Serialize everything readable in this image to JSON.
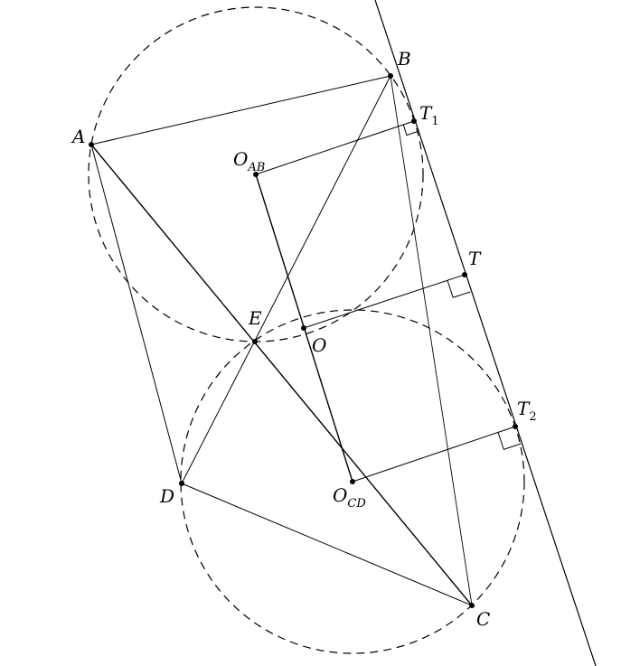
{
  "figure": {
    "points": {
      "A": {
        "main": "A",
        "sub": ""
      },
      "B": {
        "main": "B",
        "sub": ""
      },
      "C": {
        "main": "C",
        "sub": ""
      },
      "D": {
        "main": "D",
        "sub": ""
      },
      "E": {
        "main": "E",
        "sub": ""
      },
      "O": {
        "main": "O",
        "sub": ""
      },
      "O_AB": {
        "main": "O",
        "sub": "AB"
      },
      "O_CD": {
        "main": "O",
        "sub": "CD"
      },
      "T": {
        "main": "T",
        "sub": ""
      },
      "T1": {
        "main": "T",
        "sub": "1"
      },
      "T2": {
        "main": "T",
        "sub": "2"
      }
    },
    "circles": [
      {
        "name": "circle-ABE",
        "center": "O_AB",
        "style": "dashed"
      },
      {
        "name": "circle-CDE",
        "center": "O_CD",
        "style": "dashed"
      }
    ],
    "segments": [
      [
        "A",
        "B"
      ],
      [
        "A",
        "D"
      ],
      [
        "D",
        "C"
      ],
      [
        "A",
        "C"
      ],
      [
        "D",
        "B"
      ],
      [
        "B",
        "C"
      ],
      [
        "O_AB",
        "T1"
      ],
      [
        "O_AB",
        "O_CD"
      ],
      [
        "O",
        "T"
      ],
      [
        "O_CD",
        "T2"
      ]
    ],
    "tangent_line": {
      "through": [
        "T1",
        "T2"
      ],
      "name": "common-tangent"
    },
    "right_angles": [
      "T1",
      "T",
      "T2"
    ],
    "colors": {
      "stroke": "#000000",
      "background": "#ffffff"
    }
  }
}
